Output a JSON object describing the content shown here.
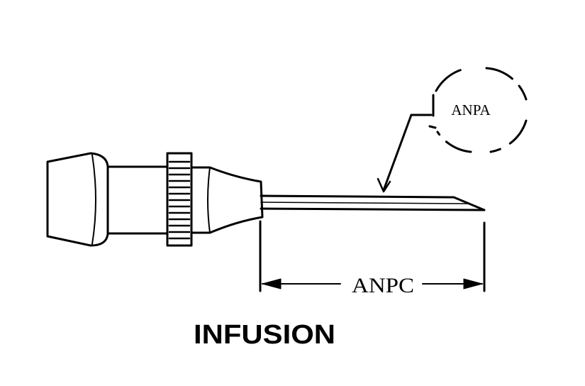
{
  "diagram": {
    "callout_label": "ANPA",
    "dimension_label": "ANPC",
    "caption": "INFUSION"
  }
}
